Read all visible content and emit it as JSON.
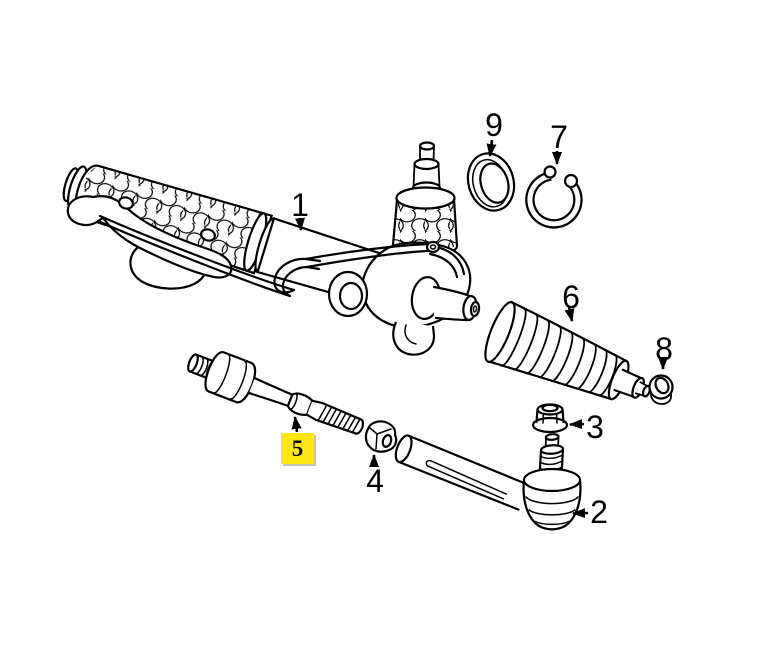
{
  "diagram": {
    "background_color": "#ffffff",
    "line_color": "#000000",
    "highlight_color": "#ffe70d",
    "callouts": [
      {
        "label": "1",
        "highlighted": false
      },
      {
        "label": "2",
        "highlighted": false
      },
      {
        "label": "3",
        "highlighted": false
      },
      {
        "label": "4",
        "highlighted": false
      },
      {
        "label": "5",
        "highlighted": true
      },
      {
        "label": "6",
        "highlighted": false
      },
      {
        "label": "7",
        "highlighted": false
      },
      {
        "label": "8",
        "highlighted": false
      },
      {
        "label": "9",
        "highlighted": false
      }
    ]
  }
}
